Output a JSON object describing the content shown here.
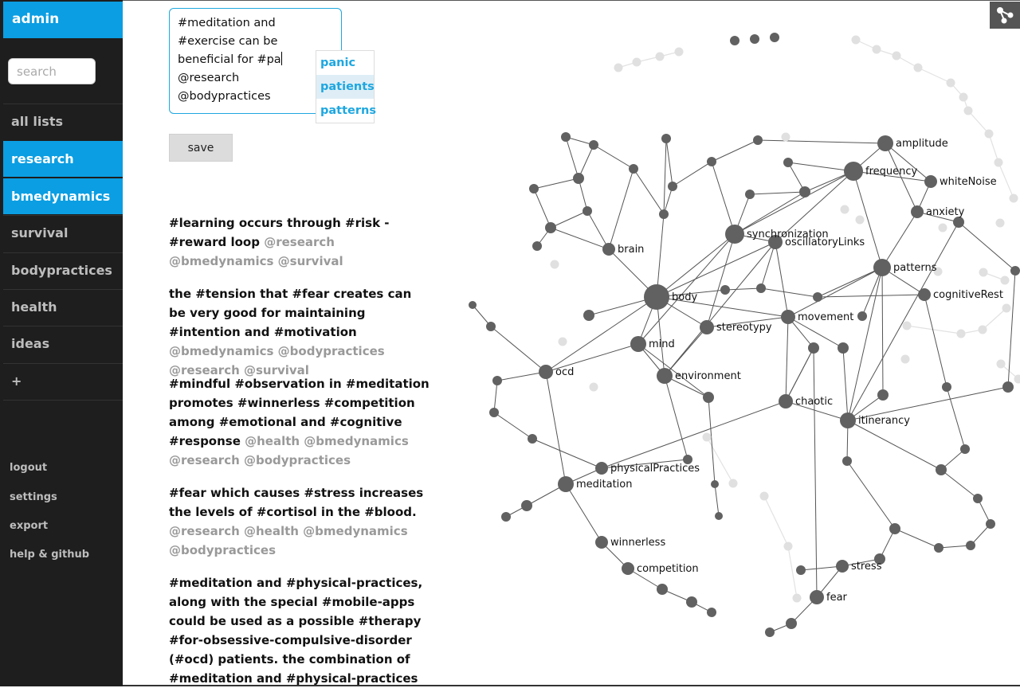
{
  "sidebar": {
    "user": "admin",
    "search_placeholder": "search",
    "nav": [
      "all lists",
      "research",
      "bmedynamics",
      "survival",
      "bodypractices",
      "health",
      "ideas",
      "+"
    ],
    "active": [
      "research",
      "bmedynamics"
    ],
    "bottom_links": [
      "logout",
      "settings",
      "export",
      "help & github"
    ]
  },
  "editor": {
    "lines": [
      "#meditation and",
      "#exercise can be",
      "beneficial for #pa",
      "@research",
      "@bodypractices"
    ],
    "suggestions": [
      "panic",
      "patients",
      "patterns"
    ],
    "highlighted_suggestion": "patients",
    "save_label": "save"
  },
  "statements": [
    {
      "text": "#learning occurs through #risk - #reward loop",
      "contexts": "@research @bmedynamics @survival"
    },
    {
      "text": "the #tension that #fear creates can be very good for maintaining #intention and #motivation",
      "contexts": "@bmedynamics @bodypractices @research @survival"
    },
    {
      "text": "#mindful #observation in #meditation promotes #winnerless #competition among #emotional and #cognitive #response",
      "contexts": "@health @bmedynamics @research @bodypractices"
    },
    {
      "text": "#fear which causes #stress increases the levels of #cortisol in the #blood.",
      "contexts": "@research @health @bmedynamics @bodypractices"
    },
    {
      "text": "#meditation and #physical-practices, along with the special #mobile-apps could be used as a possible #therapy #for-obsessive-compulsive-disorder (#ocd) patients. the combination of #meditation and #physical-practices",
      "contexts": ""
    }
  ],
  "graph": {
    "labels": [
      "amplitude",
      "frequency",
      "whiteNoise",
      "anxiety",
      "synchronization",
      "oscillatoryLinks",
      "brain",
      "patterns",
      "cognitiveRest",
      "body",
      "movement",
      "stereotypy",
      "mind",
      "ocd",
      "environment",
      "chaotic",
      "itinerancy",
      "physicalPractices",
      "meditation",
      "winnerless",
      "competition",
      "stress",
      "fear"
    ],
    "toggle_icon": "graph-network-icon"
  }
}
